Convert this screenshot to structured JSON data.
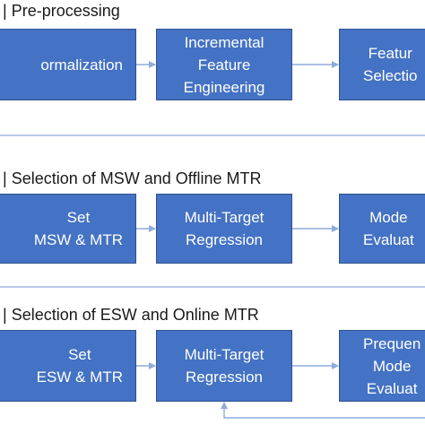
{
  "stages": [
    {
      "title": "e | Pre-processing",
      "boxes": [
        {
          "text": "ormalization"
        },
        {
          "text": "Incremental\nFeature\nEngineering"
        },
        {
          "text": "Featur\nSelectio"
        }
      ]
    },
    {
      "title": "e | Selection of MSW and Offline MTR",
      "boxes": [
        {
          "text": "Set\nMSW & MTR"
        },
        {
          "text": "Multi-Target\nRegression"
        },
        {
          "text": "Mode\nEvaluat"
        }
      ]
    },
    {
      "title": "e | Selection of ESW and Online MTR",
      "boxes": [
        {
          "text": "Set\nESW & MTR"
        },
        {
          "text": "Multi-Target\nRegression"
        },
        {
          "text": "Prequen\nMode\nEvaluat"
        }
      ]
    }
  ],
  "colors": {
    "box_fill": "#4472c4",
    "box_border": "#2f528f",
    "arrow": "#8faadc",
    "text": "#1a1a1a"
  }
}
